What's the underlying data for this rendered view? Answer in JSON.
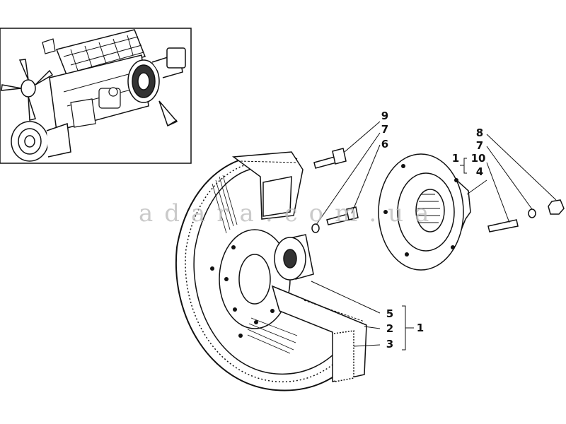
{
  "watermark": "adara.com.ua",
  "callouts": {
    "c9": "9",
    "c7a": "7",
    "c6": "6",
    "c8": "8",
    "c7b": "7",
    "c1a": "1",
    "c10": "10",
    "c4": "4",
    "c5": "5",
    "c2": "2",
    "c3": "3",
    "c1b": "1"
  },
  "colors": {
    "ink": "#111111",
    "paper": "#ffffff",
    "watermark": "#b9b9b9"
  }
}
